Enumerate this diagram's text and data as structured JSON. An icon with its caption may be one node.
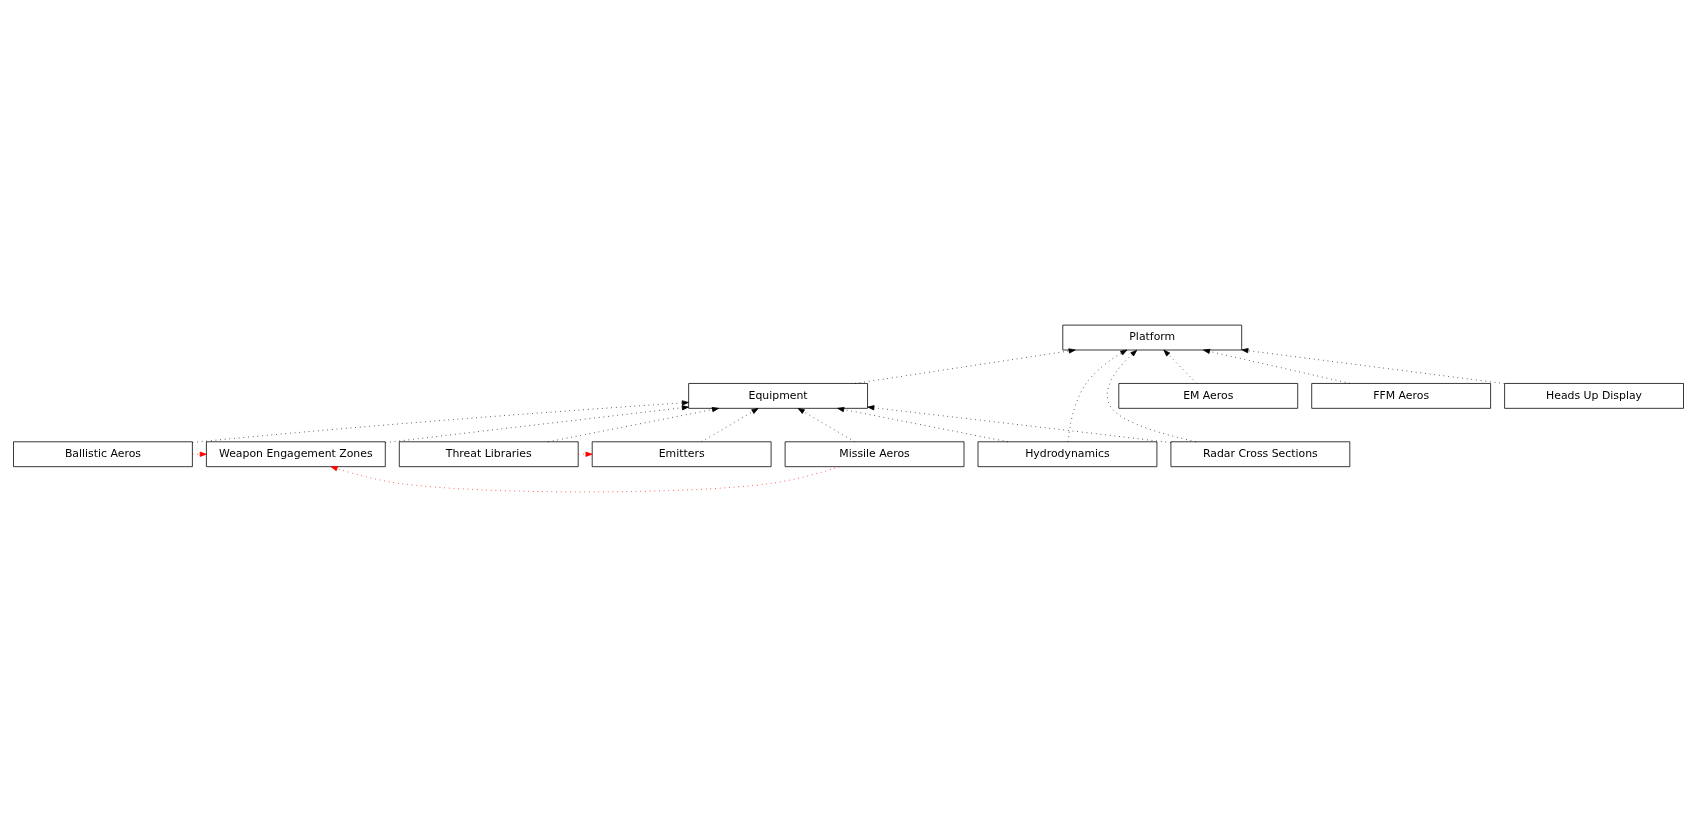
{
  "diagram": {
    "nodes": [
      {
        "text": [
          "Platform"
        ]
      },
      {
        "text": [
          "Equipment"
        ]
      },
      {
        "text": [
          "Missile Aeros"
        ]
      },
      {
        "text": [
          "Ballistic Aeros"
        ]
      },
      {
        "text": [
          "Weapon Engagement Zones"
        ]
      },
      {
        "text": [
          "Threat Libraries"
        ]
      },
      {
        "text": [
          "Emitters"
        ]
      },
      {
        "text": [
          "Hydrodynamics"
        ]
      },
      {
        "text": [
          "Radar Cross Sections"
        ]
      },
      {
        "text": [
          "EM Aeros"
        ]
      },
      {
        "text": [
          "FFM Aeros"
        ]
      },
      {
        "text": [
          "Heads Up Display"
        ]
      }
    ],
    "edges": [
      {
        "from": 1,
        "to": 0,
        "arrow": "to"
      },
      {
        "from": 2,
        "to": 1,
        "arrow": "to"
      },
      {
        "from": 3,
        "to": 1,
        "arrow": "to"
      },
      {
        "from": 4,
        "to": 1,
        "arrow": "to"
      },
      {
        "from": 5,
        "to": 1,
        "arrow": "to"
      },
      {
        "from": 6,
        "to": 1,
        "arrow": "to"
      },
      {
        "from": 7,
        "to": 1,
        "arrow": "to"
      },
      {
        "from": 8,
        "to": 1,
        "arrow": "to"
      },
      {
        "from": 7,
        "to": 0,
        "arrow": "to"
      },
      {
        "from": 8,
        "to": 0,
        "arrow": "to"
      },
      {
        "from": 9,
        "to": 0,
        "arrow": "to"
      },
      {
        "from": 10,
        "to": 0,
        "arrow": "to"
      },
      {
        "from": 11,
        "to": 0,
        "arrow": "to"
      },
      {
        "from": 2,
        "to": 4,
        "arrow": "to",
        "color": "#ff0000"
      },
      {
        "from": 3,
        "to": 4,
        "arrow": "to",
        "color": "#ff0000"
      },
      {
        "from": 5,
        "to": 6,
        "arrow": "to",
        "color": "#ff0000"
      }
    ]
  }
}
